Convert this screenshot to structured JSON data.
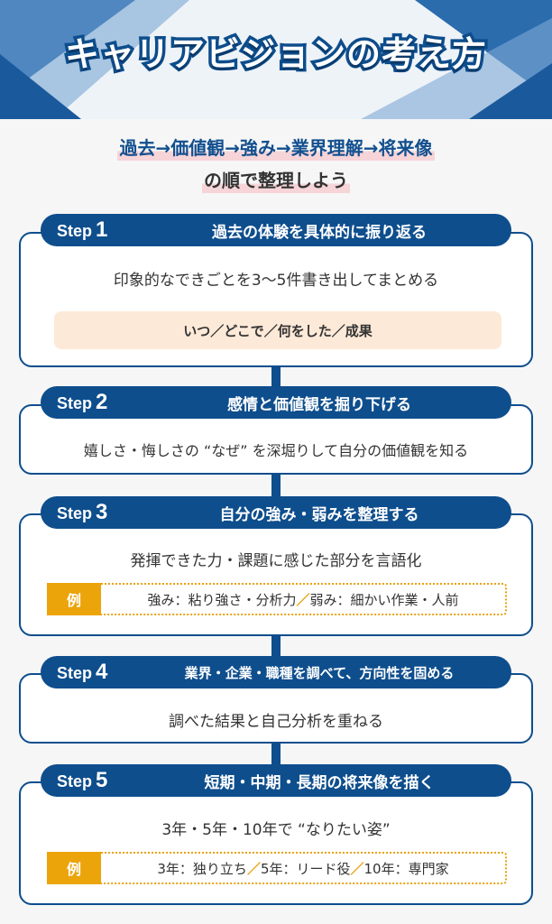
{
  "title": "キャリアビジョンの考え方",
  "intro": {
    "line1": "過去→価値観→強み→業界理解→将来像",
    "line2": "の順で整理しよう"
  },
  "colors": {
    "primary": "#0e4e8d",
    "accent_orange": "#eba40a",
    "detail_bg": "#fde9d8",
    "highlight_pink": "#f6d4d8",
    "background": "#f6f6f6"
  },
  "steps": [
    {
      "label": "Step",
      "number": "1",
      "title": "過去の体験を具体的に振り返る",
      "description": "印象的なできごとを3〜5件書き出してまとめる",
      "detail": "いつ／どこで／何をした／成果"
    },
    {
      "label": "Step",
      "number": "2",
      "title": "感情と価値観を掘り下げる",
      "description": "嬉しさ・悔しさの “なぜ” を深堀りして自分の価値観を知る"
    },
    {
      "label": "Step",
      "number": "3",
      "title": "自分の強み・弱みを整理する",
      "description": "発揮できた力・課題に感じた部分を言語化",
      "example": {
        "tag": "例",
        "part1": "強み：粘り強さ・分析力",
        "sep1": "／",
        "part2": "弱み：細かい作業・人前"
      }
    },
    {
      "label": "Step",
      "number": "4",
      "title": "業界・企業・職種を調べて、方向性を固める",
      "description": "調べた結果と自己分析を重ねる"
    },
    {
      "label": "Step",
      "number": "5",
      "title": "短期・中期・長期の将来像を描く",
      "description": "3年・5年・10年で “なりたい姿”",
      "example": {
        "tag": "例",
        "part1": "3年：独り立ち",
        "sep1": "／",
        "part2": "5年：リード役",
        "sep2": "／",
        "part3": "10年：専門家"
      }
    }
  ]
}
